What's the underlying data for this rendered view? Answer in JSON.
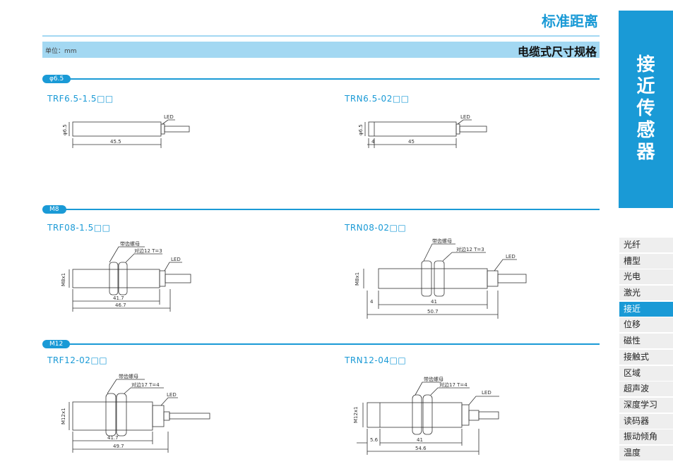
{
  "header": {
    "title": "标准距离",
    "unit": "单位：mm",
    "spec_title": "电缆式尺寸规格"
  },
  "side_panel": {
    "title": "接近传感器"
  },
  "menu": [
    "光纤",
    "槽型",
    "光电",
    "激光",
    "接近",
    "位移",
    "磁性",
    "接触式",
    "区域",
    "超声波",
    "深度学习",
    "读码器",
    "振动倾角",
    "温度"
  ],
  "menu_active": "接近",
  "sections": [
    {
      "tag": "φ6.5",
      "models": [
        "TRF6.5-1.5□□",
        "TRN6.5-02□□"
      ]
    },
    {
      "tag": "M8",
      "models": [
        "TRF08-1.5□□",
        "TRN08-02□□"
      ]
    },
    {
      "tag": "M12",
      "models": [
        "TRF12-02□□",
        "TRN12-04□□"
      ]
    }
  ],
  "labels": {
    "led": "LED",
    "nut": "带齿螺母",
    "m8_nut": "对边12 T=3",
    "m12_nut": "对边17 T=4",
    "d65": "φ6.5",
    "m8": "M8x1",
    "m12": "M12x1"
  },
  "dims": {
    "trf65": "45.5",
    "trn65_a": "4",
    "trn65_b": "45",
    "trf08_a": "41.7",
    "trf08_b": "46.7",
    "trn08_a": "4",
    "trn08_b": "41",
    "trn08_c": "50.7",
    "trf12_a": "41.7",
    "trf12_b": "49.7",
    "trn12_a": "5.6",
    "trn12_b": "41",
    "trn12_c": "54.6"
  }
}
